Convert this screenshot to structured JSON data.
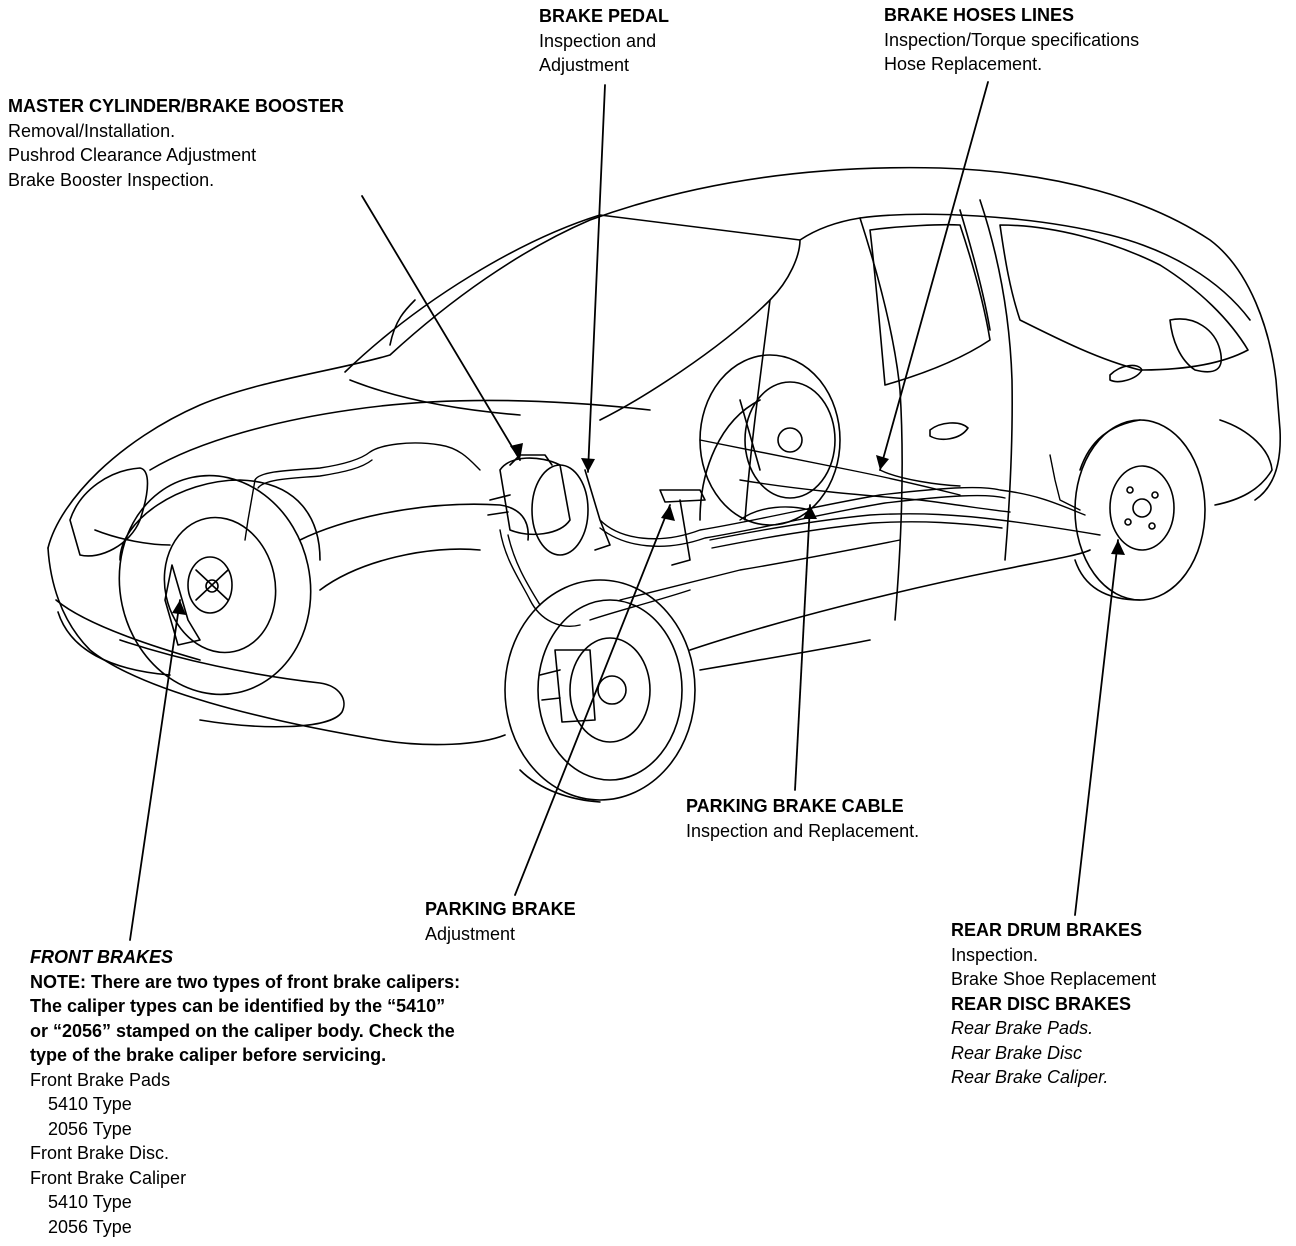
{
  "callouts": {
    "brake_pedal": {
      "title": "BRAKE PEDAL",
      "lines": [
        "Inspection and",
        "Adjustment"
      ]
    },
    "brake_hoses": {
      "title": "BRAKE HOSES LINES",
      "lines": [
        "Inspection/Torque specifications",
        "Hose Replacement."
      ]
    },
    "master_cylinder": {
      "title": "MASTER CYLINDER/BRAKE BOOSTER",
      "lines": [
        "Removal/Installation.",
        "Pushrod Clearance Adjustment",
        "Brake Booster Inspection."
      ]
    },
    "parking_brake_cable": {
      "title": "PARKING BRAKE CABLE",
      "lines": [
        "Inspection and Replacement."
      ]
    },
    "parking_brake": {
      "title": "PARKING BRAKE",
      "lines": [
        "Adjustment"
      ]
    },
    "rear_brakes": {
      "drum_title": "REAR DRUM BRAKES",
      "drum_lines": [
        "Inspection.",
        "Brake Shoe Replacement"
      ],
      "disc_title": "REAR DISC BRAKES",
      "disc_lines": [
        "Rear Brake Pads.",
        "Rear Brake Disc",
        "Rear Brake Caliper."
      ]
    },
    "front_brakes": {
      "title": "FRONT BRAKES",
      "note_lines": [
        "NOTE:  There are two types of front brake calipers:",
        "The caliper types can be identified by the “5410”",
        "or “2056” stamped on the caliper body. Check the",
        "type of the brake caliper before servicing."
      ],
      "pads": "Front Brake Pads",
      "pads_t1": "5410 Type",
      "pads_t2": "2056 Type",
      "disc": "Front Brake Disc.",
      "caliper": "Front Brake Caliper",
      "caliper_t1": "5410 Type",
      "caliper_t2": "2056 Type"
    }
  },
  "colors": {
    "ink": "#000000",
    "paper": "#ffffff"
  }
}
